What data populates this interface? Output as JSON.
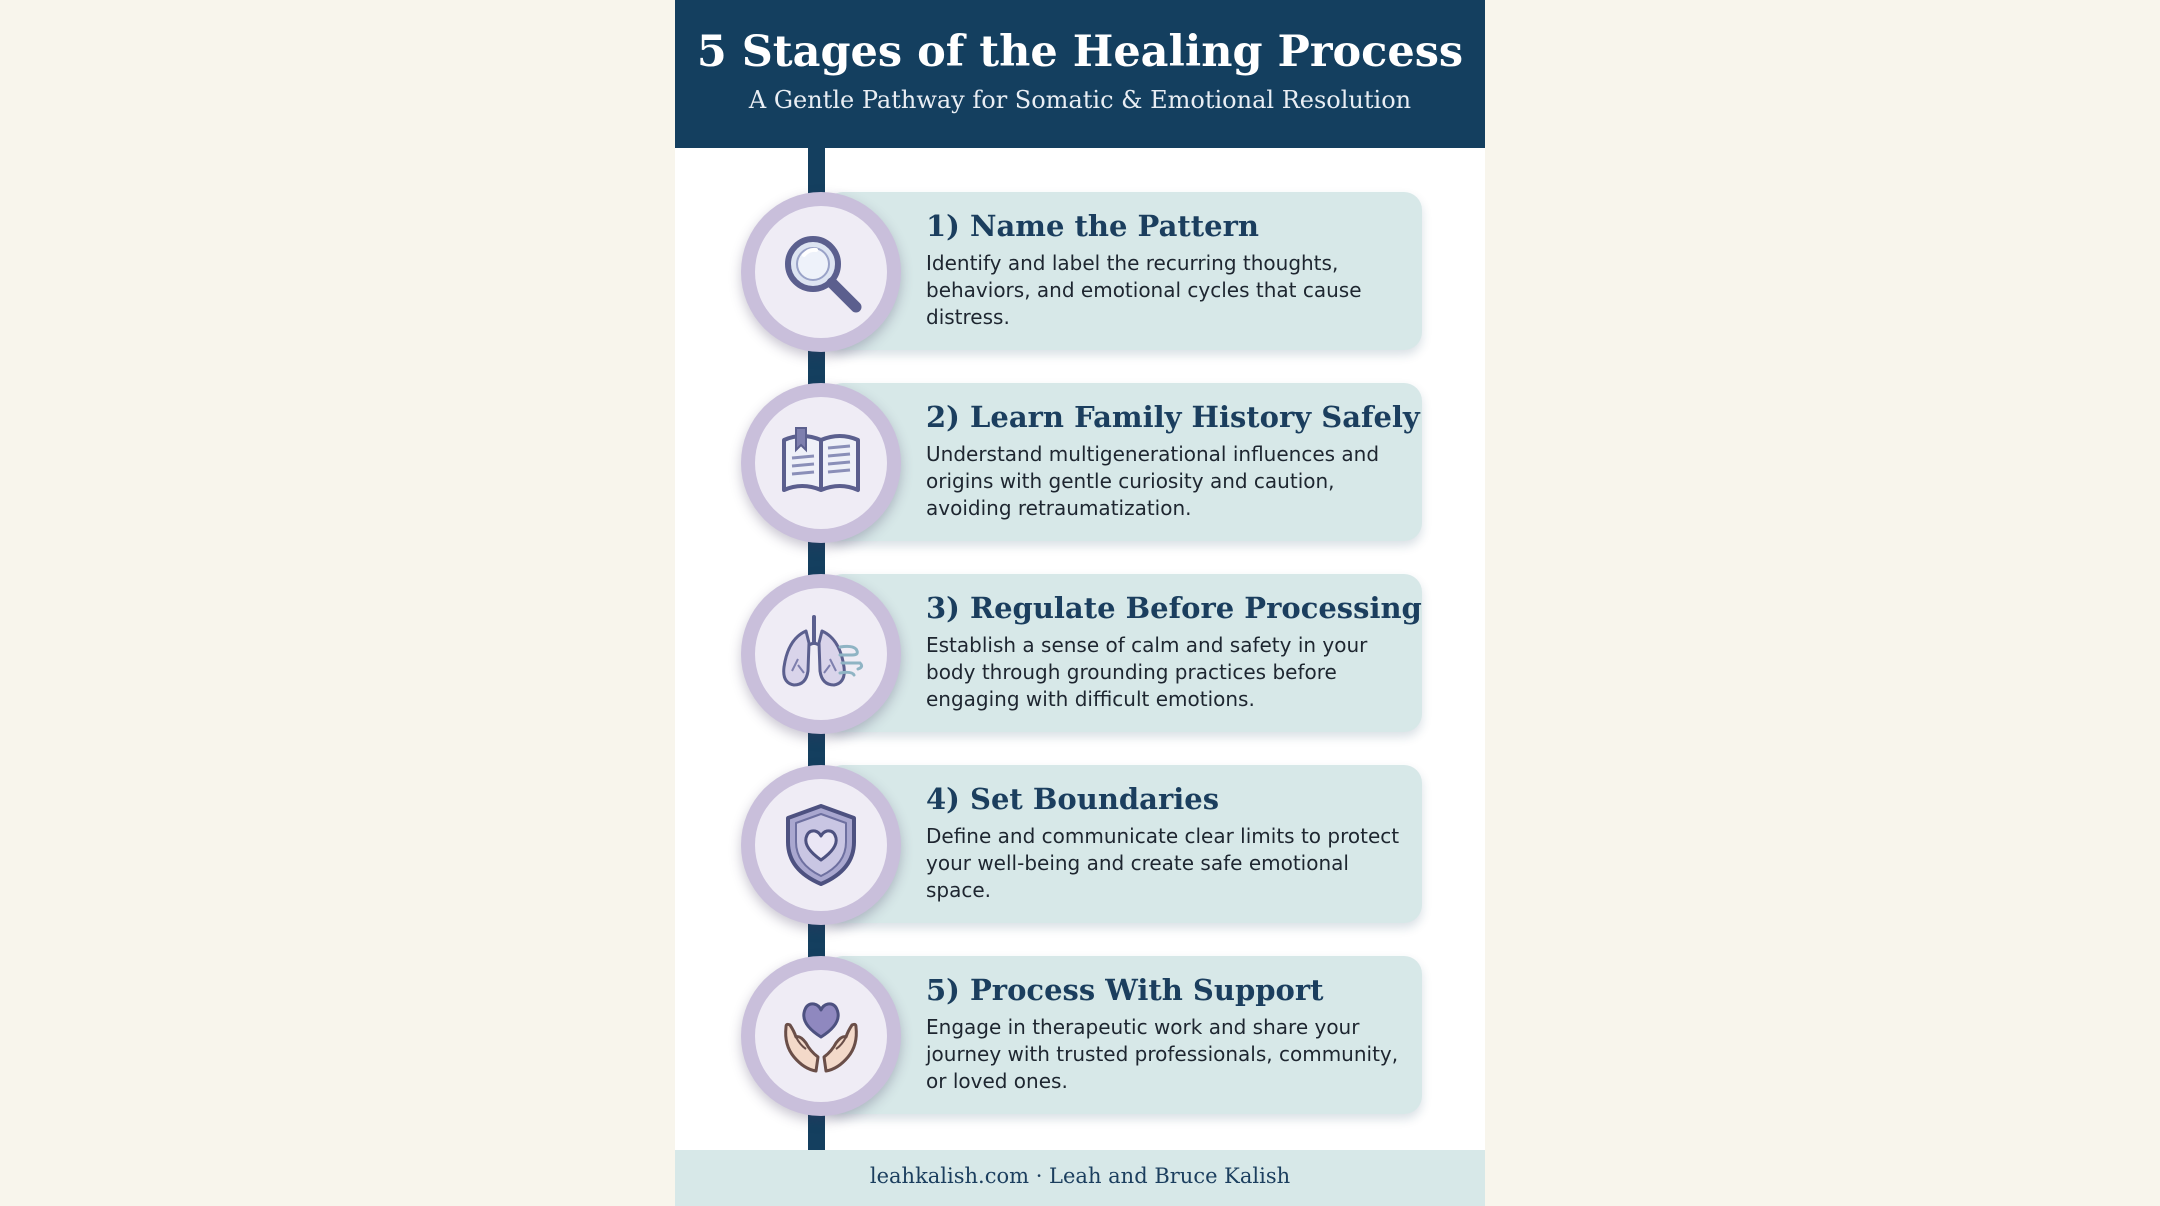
{
  "header": {
    "title": "5 Stages of the Healing Process",
    "subtitle": "A Gentle Pathway for Somatic & Emotional Resolution"
  },
  "steps": [
    {
      "title": "1) Name the Pattern",
      "description": "Identify and label the recurring thoughts, behaviors, and emotional cycles that cause distress.",
      "icon": "magnifying-glass-icon"
    },
    {
      "title": "2) Learn Family History Safely",
      "description": "Understand multigenerational influences and origins with gentle curiosity and caution, avoiding retraumatization.",
      "icon": "open-book-icon"
    },
    {
      "title": "3) Regulate Before Processing",
      "description": "Establish a sense of calm and safety in your body through grounding practices before engaging with difficult emotions.",
      "icon": "lungs-breath-icon"
    },
    {
      "title": "4) Set Boundaries",
      "description": "Define and communicate clear limits to protect your well-being and create safe emotional space.",
      "icon": "shield-heart-icon"
    },
    {
      "title": "5) Process With Support",
      "description": "Engage in therapeutic work and share your journey with trusted professionals, community, or loved ones.",
      "icon": "hands-heart-icon"
    }
  ],
  "footer": {
    "text": "leahkalish.com · Leah and Bruce Kalish"
  },
  "colors": {
    "page_background": "#f8f5ec",
    "header_navy": "#143f5f",
    "card_teal": "#d7e8e8",
    "medallion_lavender": "#c9bfdb",
    "icon_purple": "#5b5f8e"
  }
}
